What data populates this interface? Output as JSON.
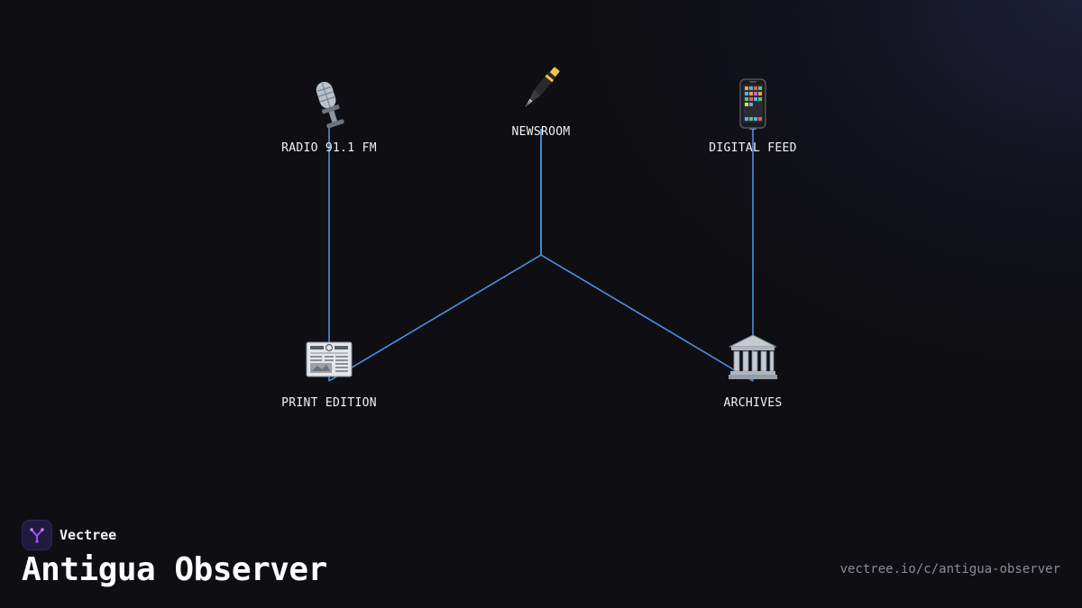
{
  "brand": {
    "name": "Vectree",
    "logo_icon": "branching-tree-icon",
    "logo_color": "#a855f7"
  },
  "page": {
    "title": "Antigua Observer",
    "url": "vectree.io/c/antigua-observer"
  },
  "colors": {
    "background": "#0f0f13",
    "edge": "#4a8fe0",
    "text": "#f2f2f5",
    "muted": "#8a8a94"
  },
  "diagram": {
    "nodes": [
      {
        "id": "newsroom",
        "label": "NEWSROOM",
        "icon": "fountain-pen-icon"
      },
      {
        "id": "radio",
        "label": "RADIO 91.1 FM",
        "icon": "microphone-icon"
      },
      {
        "id": "digital",
        "label": "DIGITAL FEED",
        "icon": "mobile-phone-icon"
      },
      {
        "id": "print",
        "label": "PRINT EDITION",
        "icon": "newspaper-icon"
      },
      {
        "id": "archives",
        "label": "ARCHIVES",
        "icon": "classical-building-icon"
      }
    ],
    "edges": [
      {
        "from": "newsroom",
        "to": "print"
      },
      {
        "from": "newsroom",
        "to": "archives"
      },
      {
        "from": "print",
        "to": "radio"
      },
      {
        "from": "archives",
        "to": "digital"
      }
    ]
  }
}
